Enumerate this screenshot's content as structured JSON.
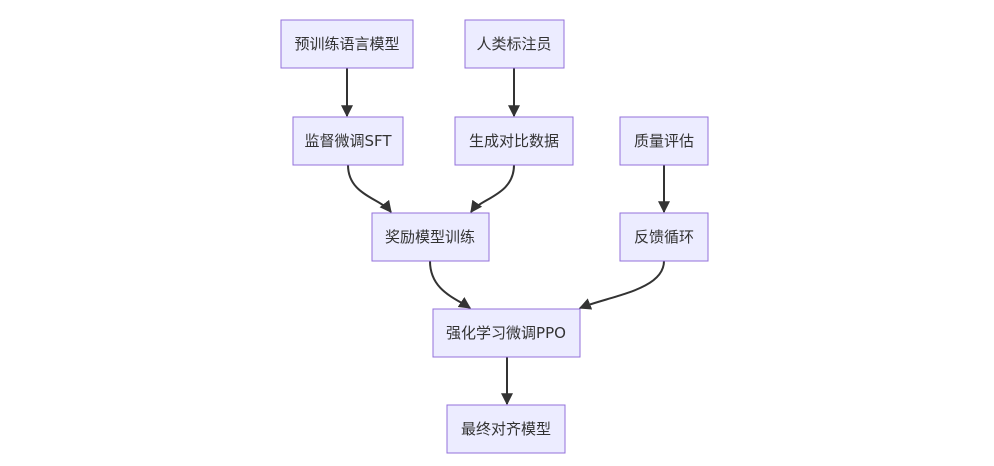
{
  "nodes": {
    "pretrained_lm": "预训练语言模型",
    "human_annotators": "人类标注员",
    "supervised_ft": "监督微调SFT",
    "generate_comparison": "生成对比数据",
    "quality_eval": "质量评估",
    "reward_training": "奖励模型训练",
    "feedback_loop": "反馈循环",
    "rl_ppo": "强化学习微调PPO",
    "final_aligned": "最终对齐模型"
  },
  "edges": [
    {
      "from": "pretrained_lm",
      "to": "supervised_ft"
    },
    {
      "from": "human_annotators",
      "to": "generate_comparison"
    },
    {
      "from": "supervised_ft",
      "to": "reward_training"
    },
    {
      "from": "generate_comparison",
      "to": "reward_training"
    },
    {
      "from": "quality_eval",
      "to": "feedback_loop"
    },
    {
      "from": "reward_training",
      "to": "rl_ppo"
    },
    {
      "from": "feedback_loop",
      "to": "rl_ppo"
    },
    {
      "from": "rl_ppo",
      "to": "final_aligned"
    }
  ]
}
